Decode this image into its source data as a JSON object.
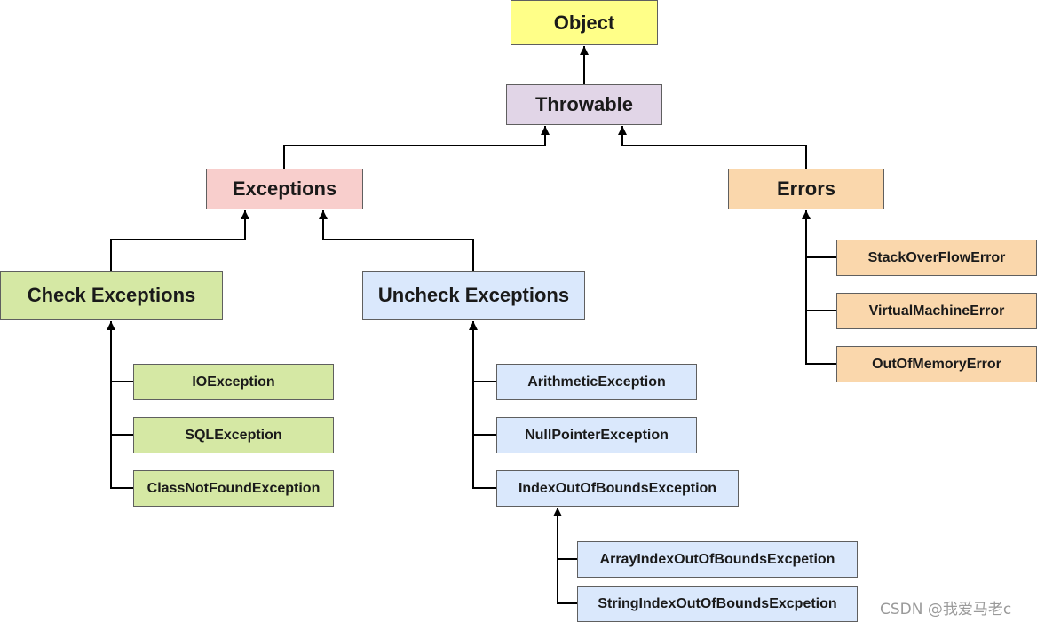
{
  "nodes": {
    "object": "Object",
    "throwable": "Throwable",
    "exceptions": "Exceptions",
    "errors": "Errors",
    "check_exceptions": "Check Exceptions",
    "uncheck_exceptions": "Uncheck Exceptions",
    "io_exception": "IOException",
    "sql_exception": "SQLException",
    "class_not_found_exception": "ClassNotFoundException",
    "arithmetic_exception": "ArithmeticException",
    "null_pointer_exception": "NullPointerException",
    "index_out_of_bounds_exception": "IndexOutOfBoundsException",
    "array_index_out_of_bounds": "ArrayIndexOutOfBoundsExcpetion",
    "string_index_out_of_bounds": "StringIndexOutOfBoundsExcpetion",
    "stack_overflow_error": "StackOverFlowError",
    "virtual_machine_error": "VirtualMachineError",
    "out_of_memory_error": "OutOfMemoryError"
  },
  "watermark": "CSDN @我爱马老c",
  "colors": {
    "object": "#ffff88",
    "throwable": "#e1d5e7",
    "exceptions": "#f8cecc",
    "errors": "#fad7ac",
    "checked": "#d5e8a4",
    "unchecked": "#dae8fc",
    "edge": "#000000",
    "border": "#5f5f5f"
  }
}
